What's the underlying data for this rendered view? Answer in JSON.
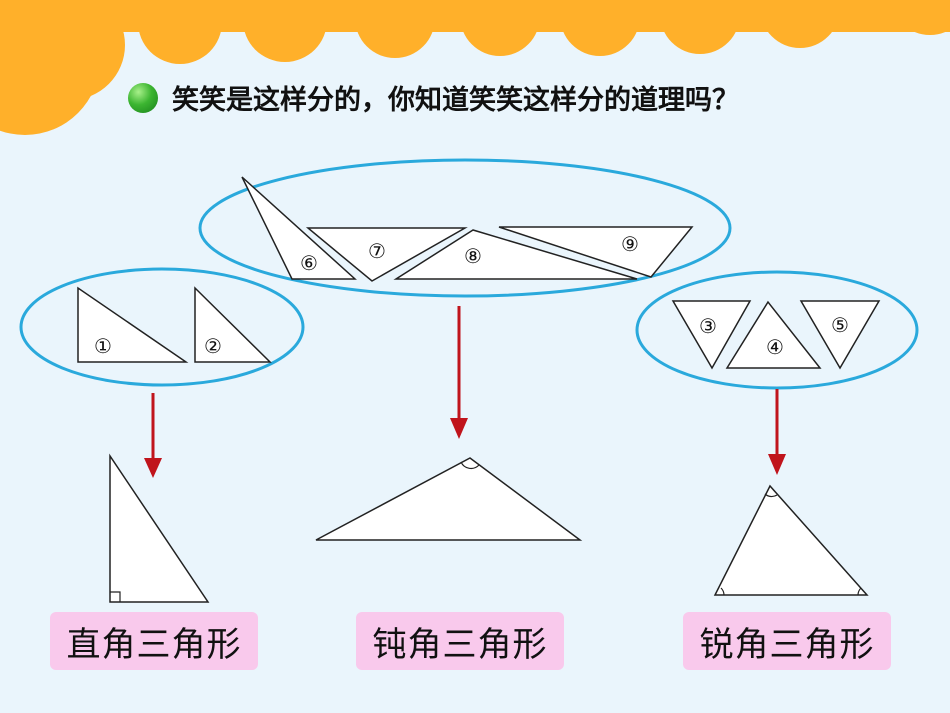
{
  "question": {
    "text": "笑笑是这样分的，你知道笑笑这样分的道理吗？",
    "bullet_icon": "green-circle-bullet"
  },
  "groups": {
    "right": {
      "pieces": [
        "①",
        "②"
      ],
      "label": "直角三角形"
    },
    "obtuse": {
      "pieces": [
        "⑥",
        "⑦",
        "⑧",
        "⑨"
      ],
      "label": "钝角三角形"
    },
    "acute": {
      "pieces": [
        "③",
        "④",
        "⑤"
      ],
      "label": "锐角三角形"
    }
  },
  "colors": {
    "background": "#eaf5fc",
    "banner": "#ffb02a",
    "ellipse_stroke": "#2aa9dc",
    "arrow": "#c0141c",
    "label_background": "#f9c9ec"
  }
}
